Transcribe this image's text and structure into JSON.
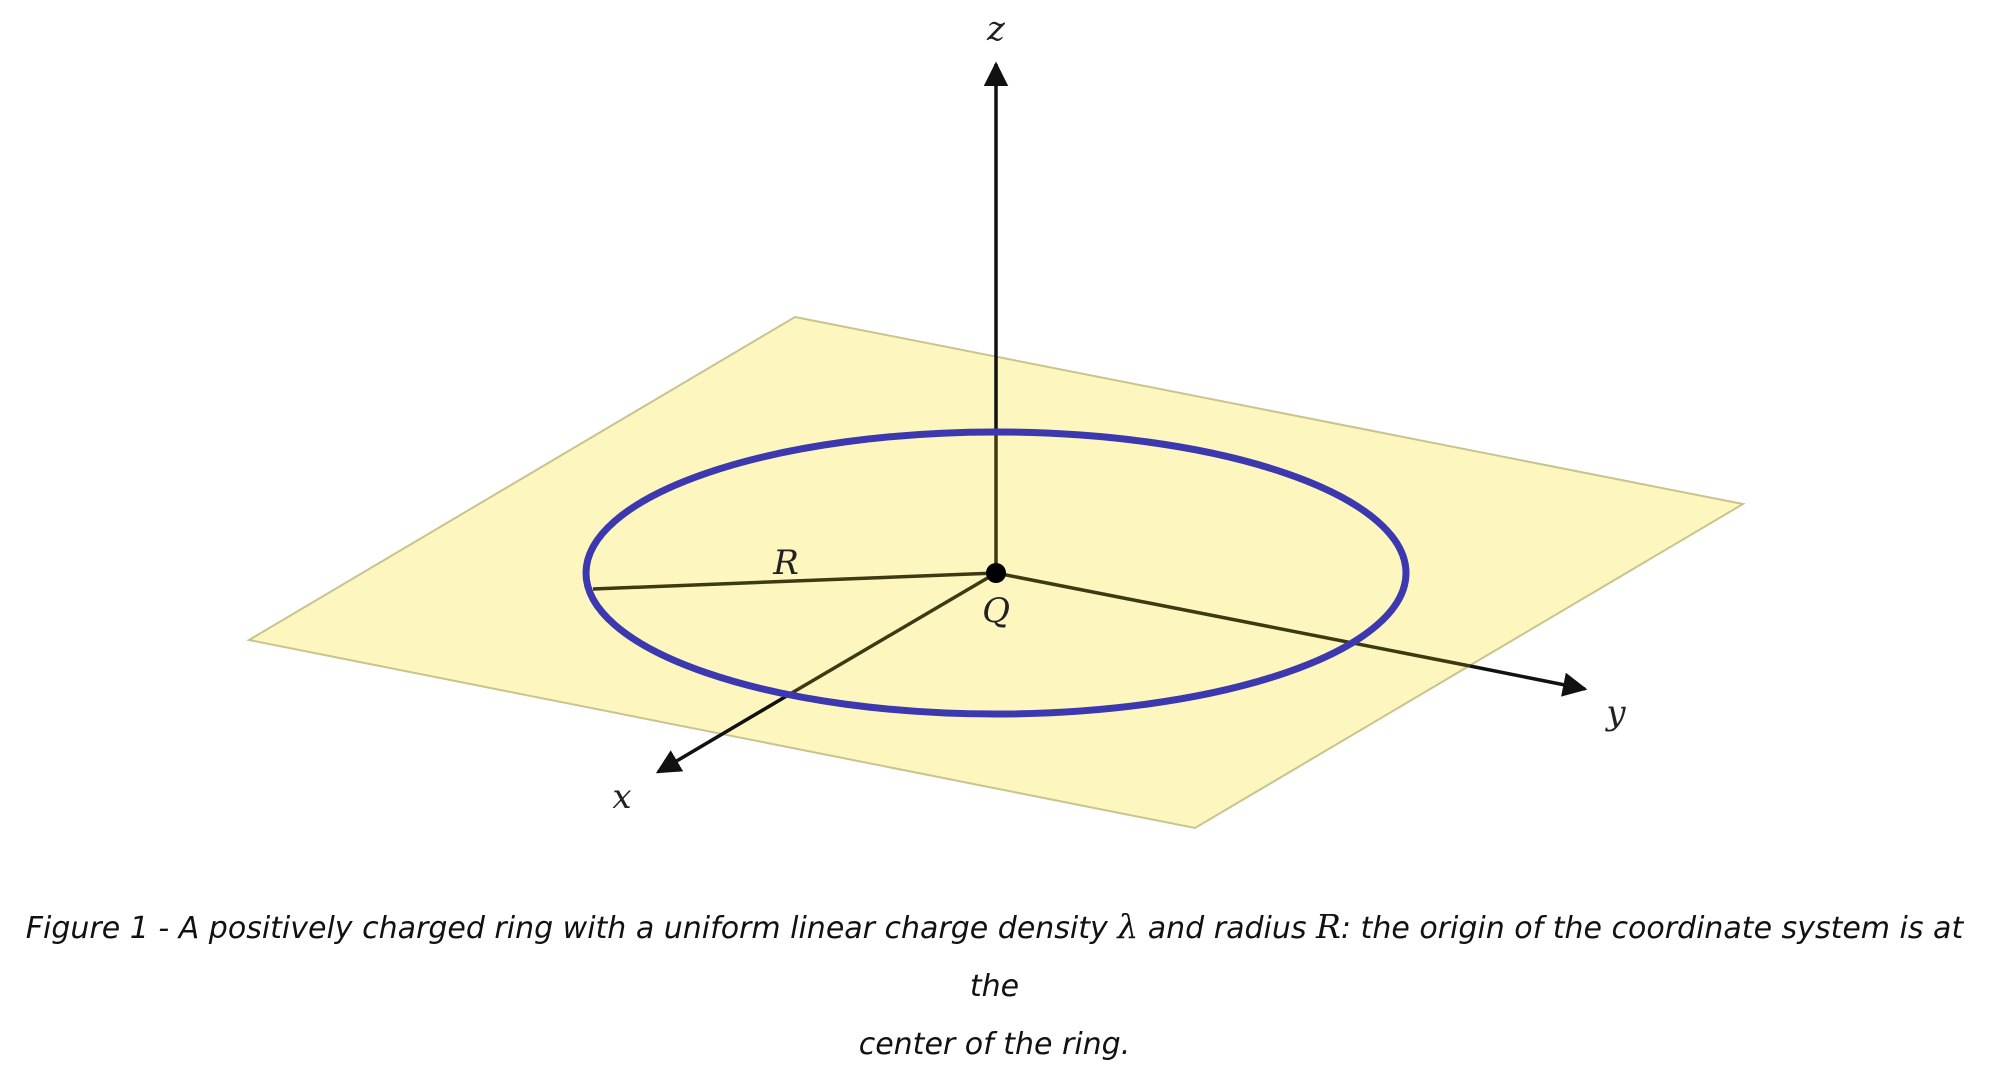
{
  "figure": {
    "labels": {
      "z": "z",
      "x": "x",
      "y": "y",
      "radius": "R",
      "charge": "Q"
    },
    "colors": {
      "plane_fill": "#fdf7bf",
      "plane_edge": "#c9c48e",
      "ring": "#3b38b0",
      "axis": "#111111",
      "axis_in_plane": "#3d3a12",
      "origin_dot": "#000000"
    }
  },
  "caption": {
    "part1": "Figure 1 - A positively charged ring with a uniform linear charge density ",
    "lambda": "λ",
    "part2": " and radius ",
    "radius": "R",
    "part3": ":  the  origin of the coordinate system is at the",
    "line2": "center of the ring."
  }
}
